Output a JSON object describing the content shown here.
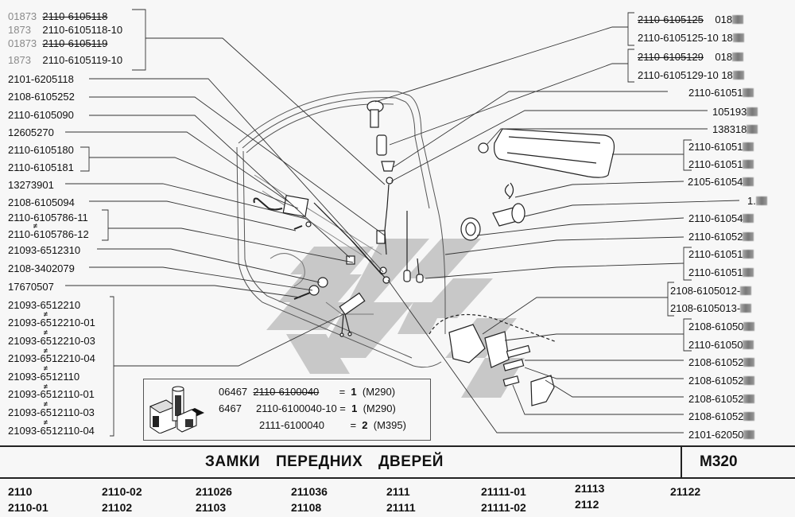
{
  "title": "ЗАМКИ   ПЕРЕДНИХ   ДВЕРЕЙ",
  "page_code": "M320",
  "left_labels": [
    {
      "prefix": "01873",
      "number": "2110-6105118",
      "struck": true
    },
    {
      "prefix": "1873",
      "number": "2110-6105118-10",
      "struck": false
    },
    {
      "prefix": "01873",
      "number": "2110-6105119",
      "struck": true
    },
    {
      "prefix": "1873",
      "number": "2110-6105119-10",
      "struck": false
    },
    {
      "number": "2101-6205118"
    },
    {
      "number": "2108-6105252"
    },
    {
      "number": "2110-6105090"
    },
    {
      "number": "12605270"
    },
    {
      "number": "2110-6105180"
    },
    {
      "number": "2110-6105181"
    },
    {
      "number": "13273901"
    },
    {
      "number": "2108-6105094"
    },
    {
      "number": "2110-6105786-11"
    },
    {
      "number": "2110-6105786-12"
    },
    {
      "number": "21093-6512310"
    },
    {
      "number": "2108-3402079"
    },
    {
      "number": "17670507"
    },
    {
      "number": "21093-6512210"
    },
    {
      "number": "21093-6512210-01"
    },
    {
      "number": "21093-6512210-03"
    },
    {
      "number": "21093-6512210-04"
    },
    {
      "number": "21093-6512110"
    },
    {
      "number": "21093-6512110-01"
    },
    {
      "number": "21093-6512110-03"
    },
    {
      "number": "21093-6512110-04"
    }
  ],
  "right_labels": [
    {
      "number": "2110-6105125",
      "suffix": "018",
      "struck": true
    },
    {
      "number": "2110-6105125-10",
      "suffix": "18",
      "struck": false
    },
    {
      "number": "2110-6105129",
      "suffix": "018",
      "struck": true
    },
    {
      "number": "2110-6105129-10",
      "suffix": "18",
      "struck": false
    },
    {
      "number": "2110-61051"
    },
    {
      "number": "105193"
    },
    {
      "number": "138318"
    },
    {
      "number": "2110-61051"
    },
    {
      "number": "2110-61051"
    },
    {
      "number": "2105-61054"
    },
    {
      "number": "1."
    },
    {
      "number": "2110-61054"
    },
    {
      "number": "2110-61052"
    },
    {
      "number": "2110-61051"
    },
    {
      "number": "2110-61051"
    },
    {
      "number": "2108-6105012-"
    },
    {
      "number": "2108-6105013-"
    },
    {
      "number": "2108-61050"
    },
    {
      "number": "2110-61050"
    },
    {
      "number": "2108-61052"
    },
    {
      "number": "2108-61052"
    },
    {
      "number": "2108-61052"
    },
    {
      "number": "2108-61052"
    },
    {
      "number": "2101-62050"
    }
  ],
  "kit": {
    "icon": "parts-kit-icon",
    "rows": [
      {
        "prefix": "06467",
        "number": "2110-6100040",
        "struck": true,
        "eq": "=",
        "qty": "1",
        "ref": "(M290)"
      },
      {
        "prefix": "6467",
        "number": "2110-6100040-10",
        "struck": false,
        "eq": "=",
        "qty": "1",
        "ref": "(M290)"
      },
      {
        "prefix": "",
        "number": "2111-6100040",
        "struck": false,
        "eq": "=",
        "qty": "2",
        "ref": "(M395)"
      }
    ]
  },
  "models": [
    [
      "2110",
      "2110-01"
    ],
    [
      "2110-02",
      "21102"
    ],
    [
      "211026",
      "21103"
    ],
    [
      "211036",
      "21108"
    ],
    [
      "2111",
      "21111"
    ],
    [
      "21111-01",
      "21111-02"
    ],
    [
      "21113",
      "2112"
    ],
    [
      "21122"
    ]
  ],
  "neq_symbol": "≠"
}
